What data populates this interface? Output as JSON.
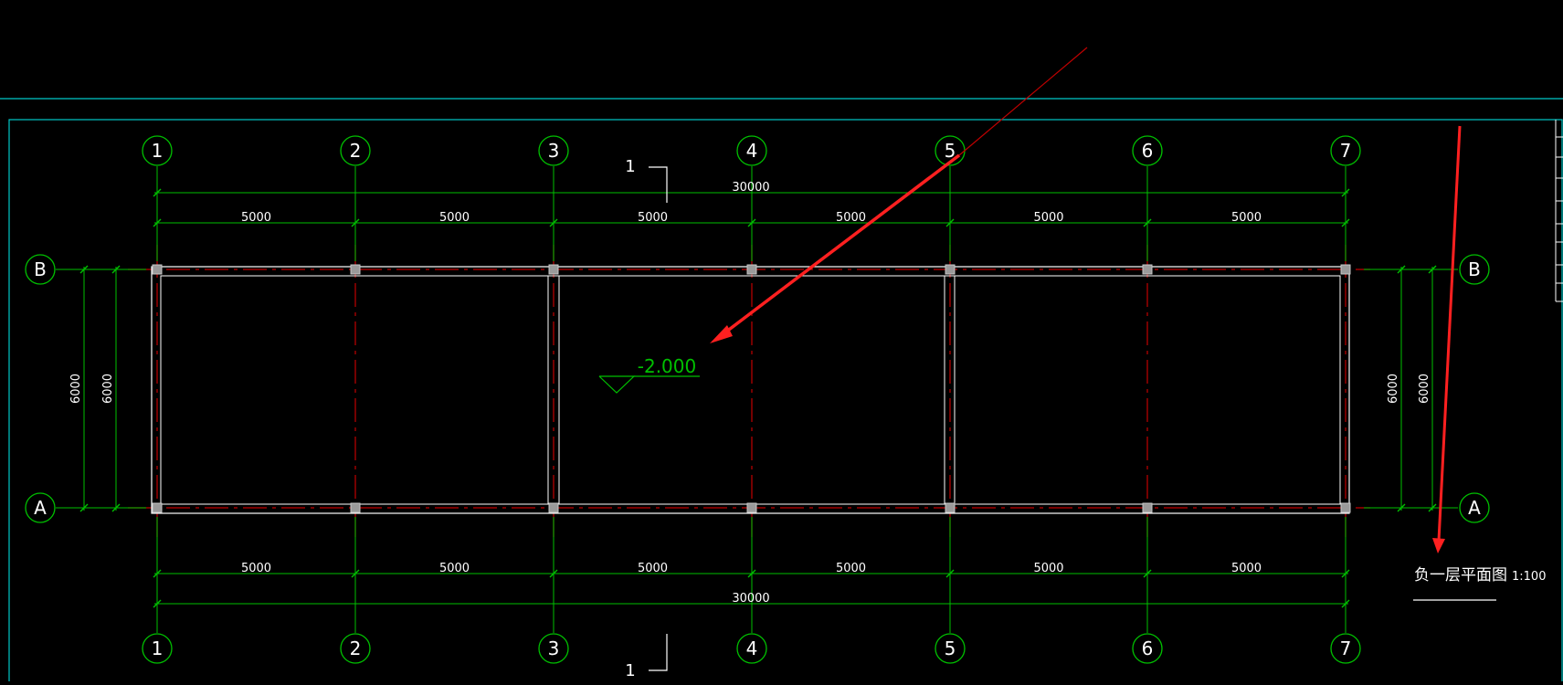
{
  "drawing": {
    "title": "负一层平面图",
    "scale": "1:100",
    "elevation": "-2.000",
    "section_mark_top": "1",
    "section_mark_bottom": "1"
  },
  "grid_axes": {
    "columns": [
      "1",
      "2",
      "3",
      "4",
      "5",
      "6",
      "7"
    ],
    "rows": [
      "B",
      "A"
    ]
  },
  "dimensions": {
    "bay_spacing": [
      "5000",
      "5000",
      "5000",
      "5000",
      "5000",
      "5000"
    ],
    "total_length": "30000",
    "depth": "6000"
  },
  "colors": {
    "background": "#000000",
    "grid_axis": "#00c000",
    "dimension": "#00c000",
    "centerline": "#c00000",
    "wall": "#ffffff",
    "frame": "#00c8c8",
    "annotation_arrow": "#ff2020"
  }
}
